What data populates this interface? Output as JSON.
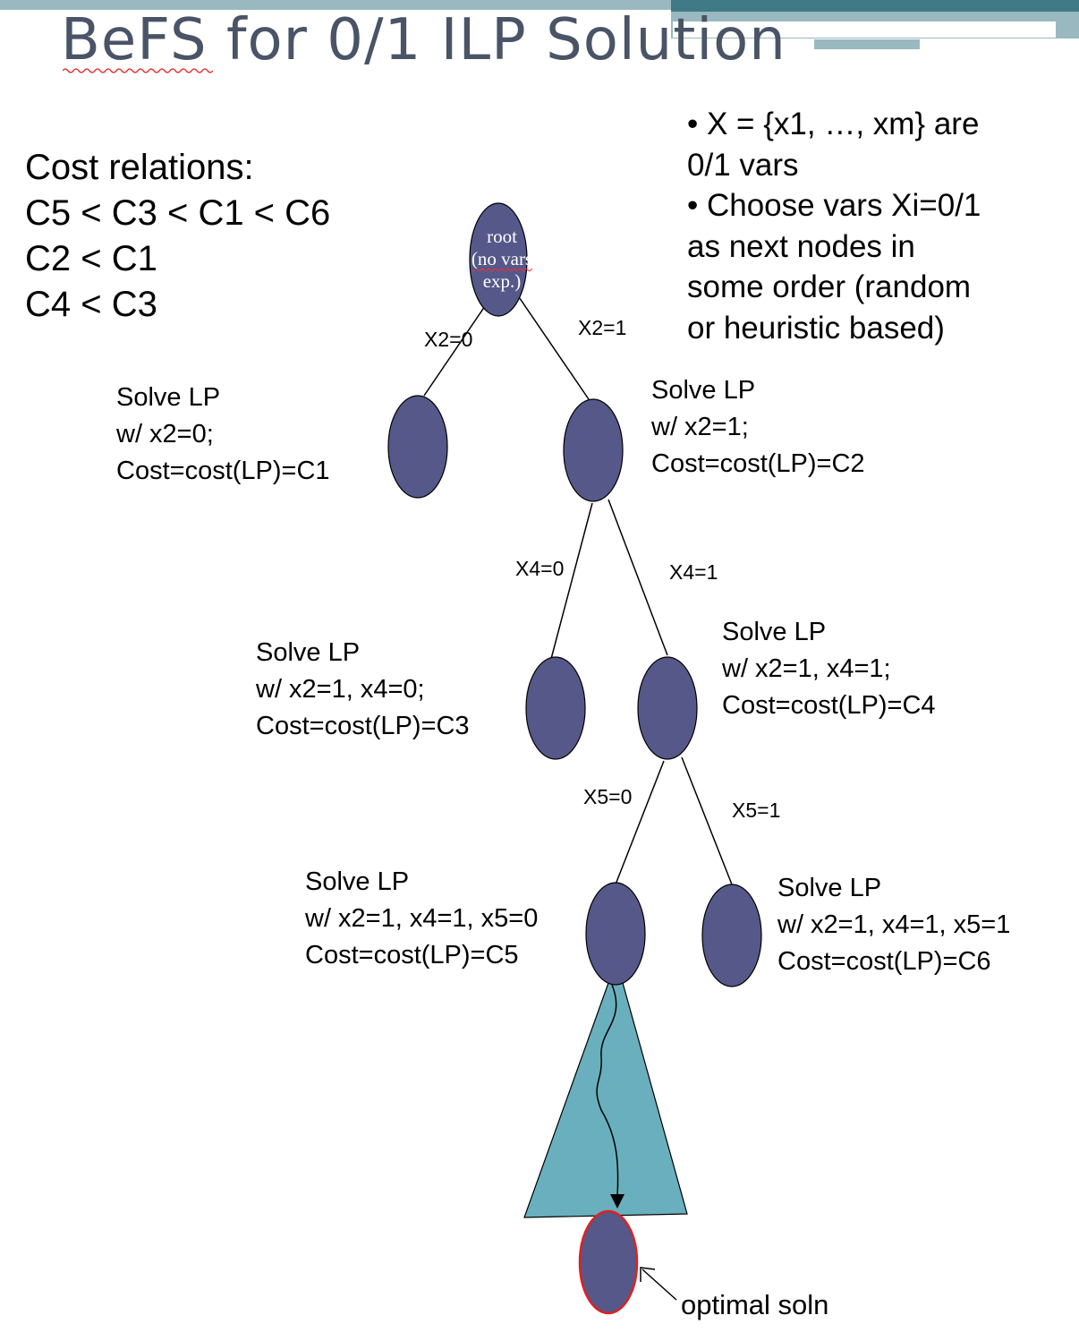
{
  "slide": {
    "title": "BeFS for 0/1 ILP Solution",
    "cost_relations": {
      "heading": "Cost relations:",
      "lines": [
        "C5 < C3 < C1 < C6",
        "C2 < C1",
        "C4 < C3"
      ]
    },
    "bullets": {
      "line1": "• X = {x1, …, xm} are",
      "line2": "0/1 vars",
      "line3": "• Choose vars Xi=0/1",
      "line4": "as next nodes in",
      "line5": "some order (random",
      "line6": "or heuristic based)"
    }
  },
  "tree": {
    "root": {
      "line1": "root",
      "line2": "(no vars",
      "line3": "exp.)"
    },
    "edges": {
      "x2_0": "X2=0",
      "x2_1": "X2=1",
      "x4_0": "X4=0",
      "x4_1": "X4=1",
      "x5_0": "X5=0",
      "x5_1": "X5=1"
    },
    "nodes": {
      "c1": {
        "line1": "Solve LP",
        "line2": "w/ x2=0;",
        "line3": "Cost=cost(LP)=C1"
      },
      "c2": {
        "line1": "Solve LP",
        "line2": "w/ x2=1;",
        "line3": "Cost=cost(LP)=C2"
      },
      "c3": {
        "line1": "Solve LP",
        "line2": "w/ x2=1, x4=0;",
        "line3": "Cost=cost(LP)=C3"
      },
      "c4": {
        "line1": "Solve LP",
        "line2": "w/ x2=1, x4=1;",
        "line3": "Cost=cost(LP)=C4"
      },
      "c5": {
        "line1": "Solve LP",
        "line2": "w/ x2=1, x4=1, x5=0",
        "line3": "Cost=cost(LP)=C5"
      },
      "c6": {
        "line1": "Solve LP",
        "line2": "w/ x2=1, x4=1, x5=1",
        "line3": "Cost=cost(LP)=C6"
      }
    },
    "optimal_label": "optimal soln"
  },
  "colors": {
    "node_fill": "#555889",
    "subtree_fill": "#6aafbd",
    "title_text": "#4a5467",
    "header_bar_left": "#9ab8bf",
    "header_bar_right": "#3f7a86",
    "optimal_outline": "#e02020"
  }
}
